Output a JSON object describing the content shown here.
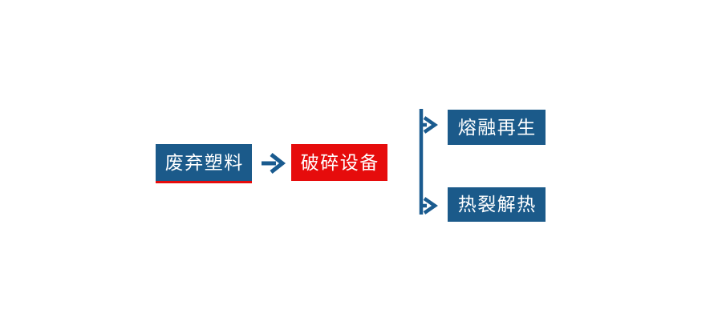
{
  "page": {
    "background": "#ffffff",
    "type": "flowchart"
  },
  "colors": {
    "node_blue": "#1b5a8a",
    "node_red": "#e60c0c",
    "underline_red": "#e60c0c",
    "connector_blue": "#1a5b8f",
    "label_text": "#ffffff"
  },
  "flowchart": {
    "nodes": [
      {
        "id": "waste-plastic",
        "label": "废弃塑料",
        "style": "blue",
        "underline": "red"
      },
      {
        "id": "crushing-equipment",
        "label": "破碎设备",
        "style": "red"
      },
      {
        "id": "melt-regeneration",
        "label": "熔融再生",
        "style": "blue"
      },
      {
        "id": "pyrolysis-heat",
        "label": "热裂解热",
        "style": "blue"
      }
    ],
    "connectors": [
      {
        "id": "main-arrow",
        "from": "waste-plastic",
        "to": "crushing-equipment",
        "shape": "horizontal-arrow"
      },
      {
        "id": "branch-arrow-top",
        "from": "crushing-equipment",
        "to": "melt-regeneration",
        "shape": "bracket-arrow"
      },
      {
        "id": "branch-arrow-bottom",
        "from": "crushing-equipment",
        "to": "pyrolysis-heat",
        "shape": "bracket-arrow"
      }
    ]
  }
}
